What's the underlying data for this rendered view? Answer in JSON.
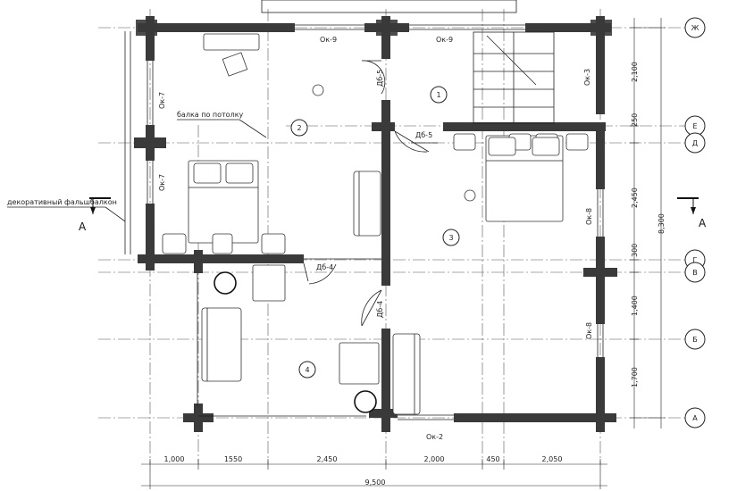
{
  "axes_right": [
    "Ж",
    "Е",
    "Д",
    "Г",
    "В",
    "Б",
    "А"
  ],
  "rooms": [
    "1",
    "2",
    "3",
    "4"
  ],
  "windows": {
    "top_left": "Ок-9",
    "top_right": "Ок-9",
    "left_upper": "Ок-7",
    "left_lower": "Ок-7",
    "right_top": "Ок-3",
    "right_mid": "Ок-8",
    "right_low": "Ок-8",
    "bottom": "Ок-2"
  },
  "doors": {
    "d1": "Дб-5",
    "d2": "Дб-5",
    "d3": "Дб-4",
    "d4": "Дб-4"
  },
  "annotations": {
    "beam": "балка по потолку",
    "balcony": "декоративный фальшбалкон"
  },
  "section_marks": [
    "А",
    "А"
  ],
  "dims_bottom": [
    "1,000",
    "1550",
    "2,450",
    "2,000",
    "450",
    "2,050"
  ],
  "dim_total_bottom": "9,500",
  "dims_right": [
    "2,100",
    "250",
    "2,450",
    "300",
    "1,400",
    "1,700"
  ],
  "dim_total_right": "8,300"
}
